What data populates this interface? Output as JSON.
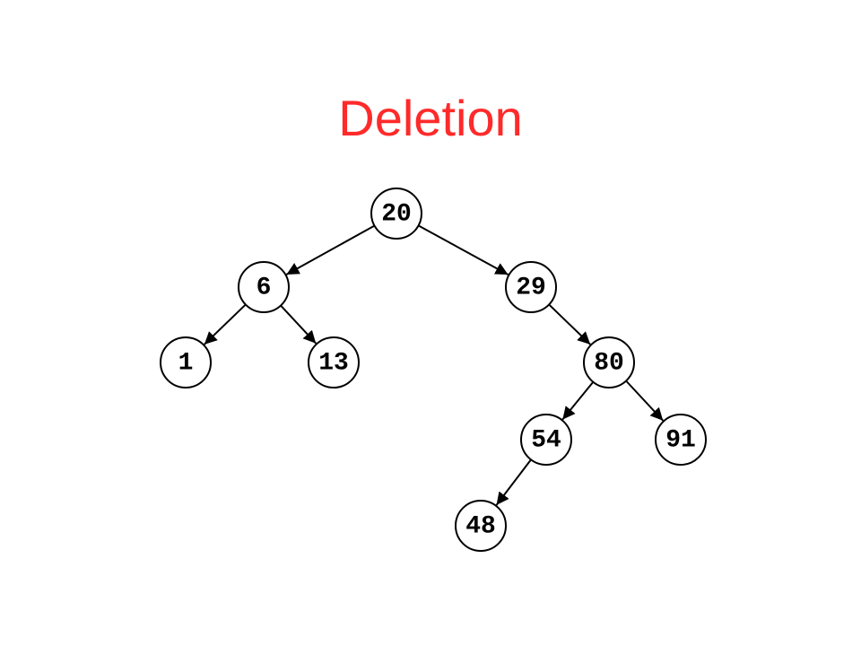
{
  "slide": {
    "title": "Deletion",
    "title_color": "#ff2a2a"
  },
  "tree": {
    "nodes": [
      {
        "id": "n20",
        "label": "20"
      },
      {
        "id": "n6",
        "label": "6"
      },
      {
        "id": "n29",
        "label": "29"
      },
      {
        "id": "n1",
        "label": "1"
      },
      {
        "id": "n13",
        "label": "13"
      },
      {
        "id": "n80",
        "label": "80"
      },
      {
        "id": "n54",
        "label": "54"
      },
      {
        "id": "n91",
        "label": "91"
      },
      {
        "id": "n48",
        "label": "48"
      }
    ],
    "edges": [
      {
        "from": "n20",
        "to": "n6"
      },
      {
        "from": "n20",
        "to": "n29"
      },
      {
        "from": "n6",
        "to": "n1"
      },
      {
        "from": "n6",
        "to": "n13"
      },
      {
        "from": "n29",
        "to": "n80"
      },
      {
        "from": "n80",
        "to": "n54"
      },
      {
        "from": "n80",
        "to": "n91"
      },
      {
        "from": "n54",
        "to": "n48"
      }
    ]
  }
}
